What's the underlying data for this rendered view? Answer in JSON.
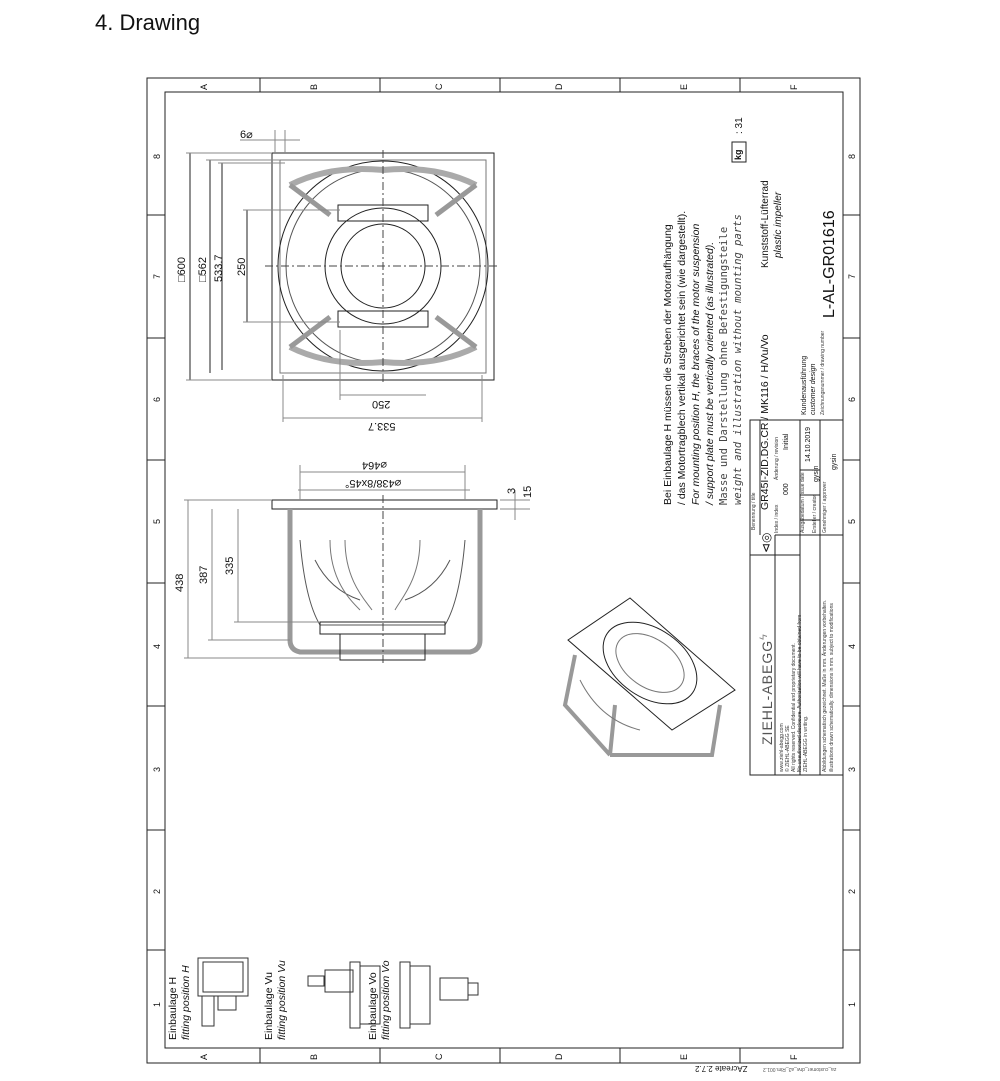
{
  "heading": "4.  Drawing",
  "grid": {
    "cols": [
      "A",
      "B",
      "C",
      "D",
      "E",
      "F"
    ],
    "rows": [
      "8",
      "7",
      "6",
      "5",
      "4",
      "3",
      "2",
      "1"
    ]
  },
  "dims": {
    "d6": "6⌀",
    "sq600": "□600",
    "sq562": "□562",
    "d5337": "533.7",
    "d250": "250",
    "h250": "250",
    "h5337": "533.7",
    "d464": "⌀464",
    "d438": "⌀438/8x45°",
    "d3": "3",
    "d15": "15",
    "v438": "438",
    "v387": "387",
    "v335": "335"
  },
  "notes": {
    "de1": "Bei Einbaulage H müssen die Streben der Motoraufhängung",
    "de2": "/ das Motortragblech vertikal ausgerichtet sein (wie dargestellt).",
    "en1": "For mounting position H, the braces of the motor suspension",
    "en2": "/ support plate must be vertically oriented (as illustrated).",
    "mass_de": "Masse und Darstellung ohne Befestigungsteile",
    "mass_en": "weight and illustration without mounting parts",
    "kg_label": "kg",
    "weight": ": 31"
  },
  "title_block": {
    "designation_label": "Benennung / title",
    "designation": "GR45I-ZID.DG.CR / MK116 / H/Vu/Vo",
    "product_de": "Kunststoff-Lüfterrad",
    "product_en": "plastic impeller",
    "index_label": "Index / index",
    "index": "000",
    "change_label": "Änderung / revision",
    "change": "Initial",
    "date_label": "Ausgabedatum / issue date",
    "date": "14.10.2019",
    "creator_label": "Ersteller / creator",
    "creator": "gysin",
    "approver_label": "Genehmiger / approver",
    "approver": "gysin",
    "customer_de": "Kundenausführung",
    "customer_en": "customer design",
    "drawing_no_label": "Zeichnungsnummer / drawing number",
    "drawing_no": "L-AL-GR01616",
    "brand": "ZIEHL-ABEGG",
    "legal1": "www.ziehl-abegg.com",
    "legal2": "© ZIEHL-ABEGG SE",
    "legal3": "All rights reserved. Confidential and proprietary document.",
    "legal4": "No unauthorized disclosure. Authorization will have to be obtained from",
    "legal5": "ZIEHL-ABEGG in writing.",
    "legal6": "Abbildungen schematisch gezeichnet. Maße in mm. Änderungen vorbehalten.",
    "legal7": "illustrations drawn schematically. dimensions in mm. subject to modifications"
  },
  "positions": [
    {
      "de": "Einbaulage H",
      "en": "fitting position H"
    },
    {
      "de": "Einbaulage Vu",
      "en": "fitting position Vu"
    },
    {
      "de": "Einbaulage Vo",
      "en": "fitting position Vo"
    }
  ],
  "footer": {
    "template": "ZAcreate 2.7.2",
    "file": "za_customer_drw_a3_Rim.001.2"
  }
}
